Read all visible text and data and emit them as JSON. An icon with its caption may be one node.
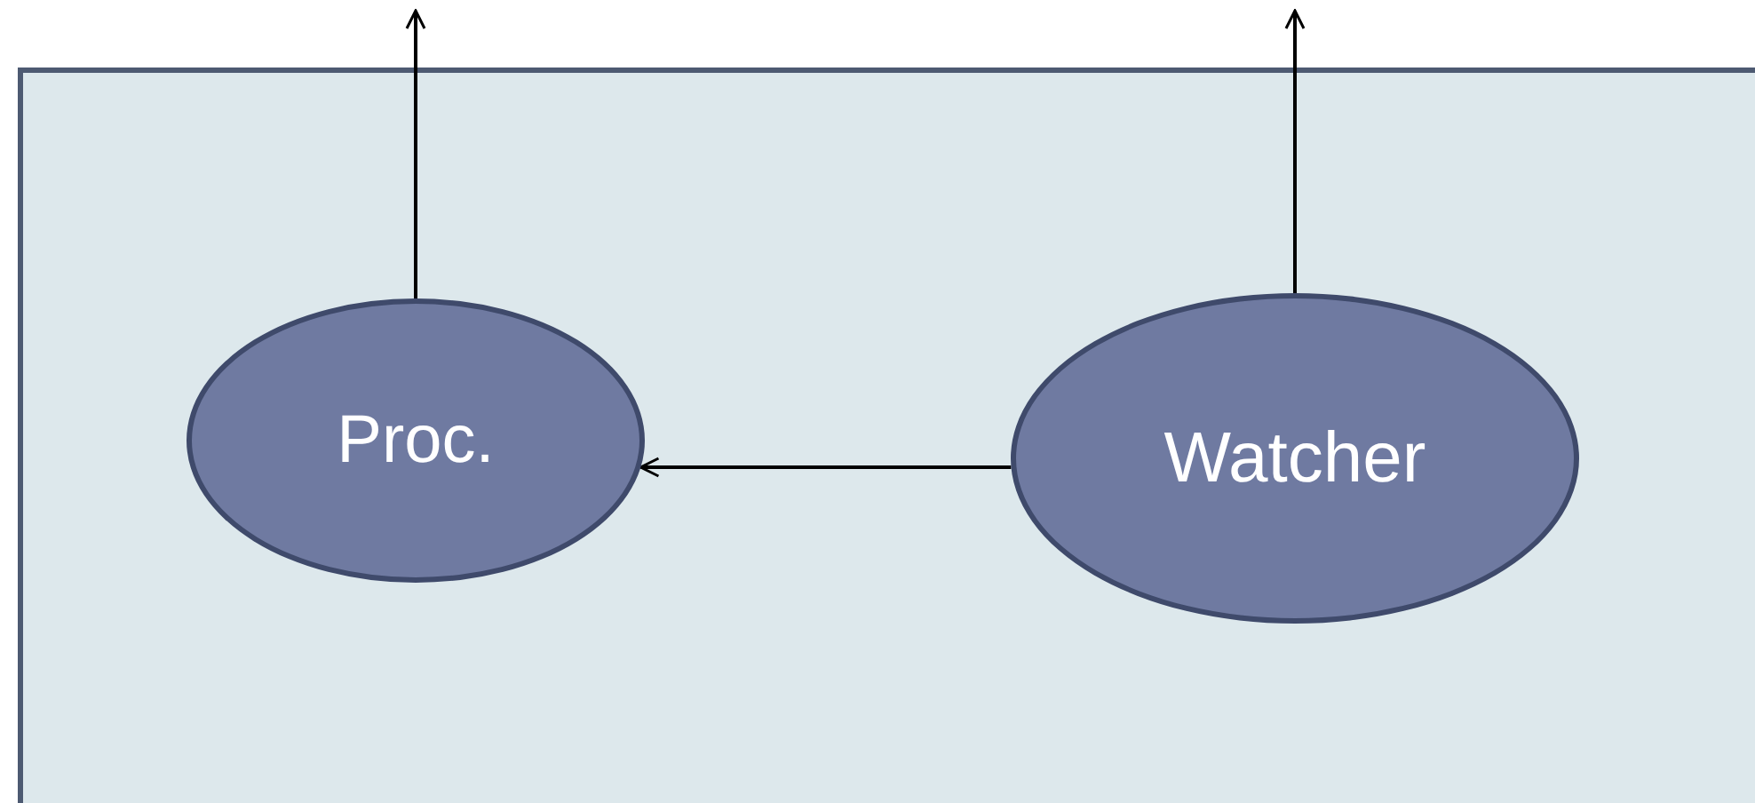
{
  "diagram": {
    "nodes": [
      {
        "text": [],
        "shape": "box"
      },
      {
        "text": [
          "Proc."
        ],
        "in": 0
      },
      {
        "text": [
          "Watcher"
        ],
        "in": 0
      }
    ],
    "edges": [
      {
        "from": 1,
        "to": null,
        "arrow": "to"
      },
      {
        "from": 2,
        "to": null,
        "arrow": "to"
      },
      {
        "from": 2,
        "to": 1,
        "arrow": "to"
      }
    ]
  }
}
